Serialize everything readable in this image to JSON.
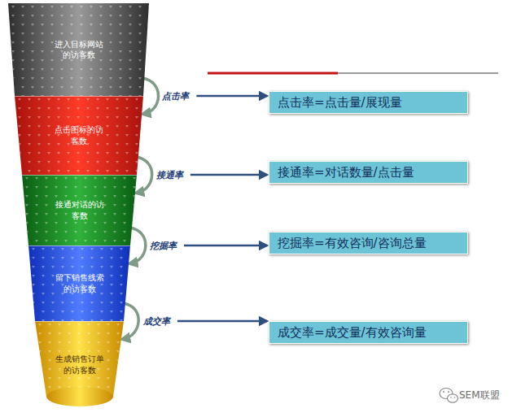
{
  "diagram": {
    "nodes": [
      {
        "text": [
          "进入目标网站的访客数"
        ]
      },
      {
        "text": [
          "点击图标的访客数"
        ]
      },
      {
        "text": [
          "接通对话的访客数"
        ]
      },
      {
        "text": [
          "留下销售线索的访客数"
        ]
      },
      {
        "text": [
          "生成销售订单的访客数"
        ]
      },
      {
        "text": [
          "点击率=点击量/展现量"
        ]
      },
      {
        "text": [
          "接通率=对话数量/点击量"
        ]
      },
      {
        "text": [
          "挖掘率=有效咨询/咨询总量"
        ]
      },
      {
        "text": [
          "成交率=成交量/有效咨询量"
        ]
      }
    ],
    "edges": [
      {
        "from": 0,
        "to": 1,
        "label": "点击率",
        "arrow": "to"
      },
      {
        "from": 1,
        "to": 2,
        "label": "接通率",
        "arrow": "to"
      },
      {
        "from": 2,
        "to": 3,
        "label": "挖掘率",
        "arrow": "to"
      },
      {
        "from": 3,
        "to": 4,
        "label": "成交率",
        "arrow": "to"
      },
      {
        "from": 1,
        "to": 5,
        "arrow": "to"
      },
      {
        "from": 2,
        "to": 6,
        "arrow": "to"
      },
      {
        "from": 3,
        "to": 7,
        "arrow": "to"
      },
      {
        "from": 4,
        "to": 8,
        "arrow": "to"
      }
    ],
    "labels": [
      "SEM联盟"
    ]
  }
}
